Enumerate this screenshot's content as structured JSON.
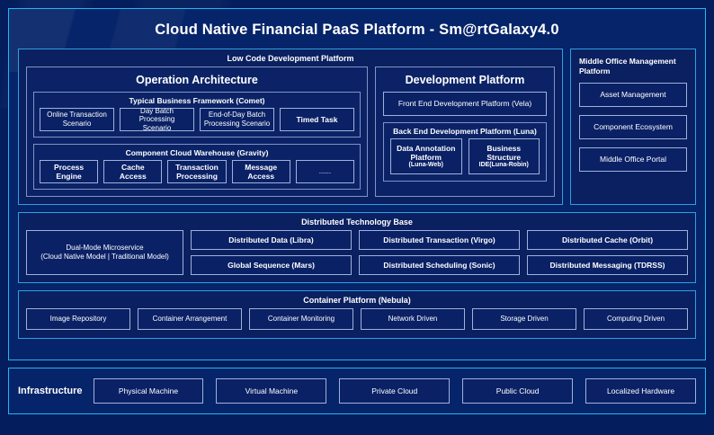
{
  "title": "Cloud Native Financial PaaS Platform - Sm@rtGalaxy4.0",
  "low_code": {
    "title": "Low Code Development Platform",
    "operation_architecture": {
      "heading": "Operation Architecture",
      "typical_business_framework": {
        "title": "Typical Business Framework (Comet)",
        "items": [
          "Online Transaction\nScenario",
          "Day Batch Processing\nScenario",
          "End-of-Day Batch\nProcessing Scenario",
          "Timed Task"
        ]
      },
      "component_cloud_warehouse": {
        "title": "Component Cloud Warehouse (Gravity)",
        "items": [
          "Process\nEngine",
          "Cache\nAccess",
          "Transaction\nProcessing",
          "Message\nAccess",
          "......"
        ]
      }
    },
    "development_platform": {
      "heading": "Development Platform",
      "front_end": "Front End Development Platform (Vela)",
      "back_end": {
        "title": "Back End Development Platform (Luna)",
        "items": [
          {
            "main": "Data Annotation\nPlatform",
            "tail": "(Luna-Web)"
          },
          {
            "main": "Business\nStructure",
            "tail": "IDE(Luna-Robin)"
          }
        ]
      }
    }
  },
  "middle_office": {
    "title": "Middle Office Management Platform",
    "items": [
      "Asset Management",
      "Component Ecosystem",
      "Middle Office Portal"
    ]
  },
  "distributed_technology_base": {
    "title": "Distributed Technology Base",
    "featured": "Dual-Mode Microservice\n(Cloud Native Model | Traditional Model)",
    "columns": [
      [
        "Distributed Data (Libra)",
        "Global Sequence (Mars)"
      ],
      [
        "Distributed Transaction (Virgo)",
        "Distributed Scheduling (Sonic)"
      ],
      [
        "Distributed Cache (Orbit)",
        "Distributed Messaging (TDRSS)"
      ]
    ]
  },
  "container_platform": {
    "title": "Container Platform (Nebula)",
    "items": [
      "Image Repository",
      "Container Arrangement",
      "Container Monitoring",
      "Network Driven",
      "Storage Driven",
      "Computing Driven"
    ]
  },
  "infrastructure": {
    "label": "Infrastructure",
    "items": [
      "Physical Machine",
      "Virtual Machine",
      "Private Cloud",
      "Public Cloud",
      "Localized Hardware"
    ]
  },
  "colors": {
    "page_bg": "#041d5c",
    "card_bg": "#062469",
    "panel_bg": "#0a2060",
    "box_bg": "#0a2166",
    "accent_border": "#24b6f0",
    "box_border": "#9fb2da",
    "text": "#ffffff"
  }
}
